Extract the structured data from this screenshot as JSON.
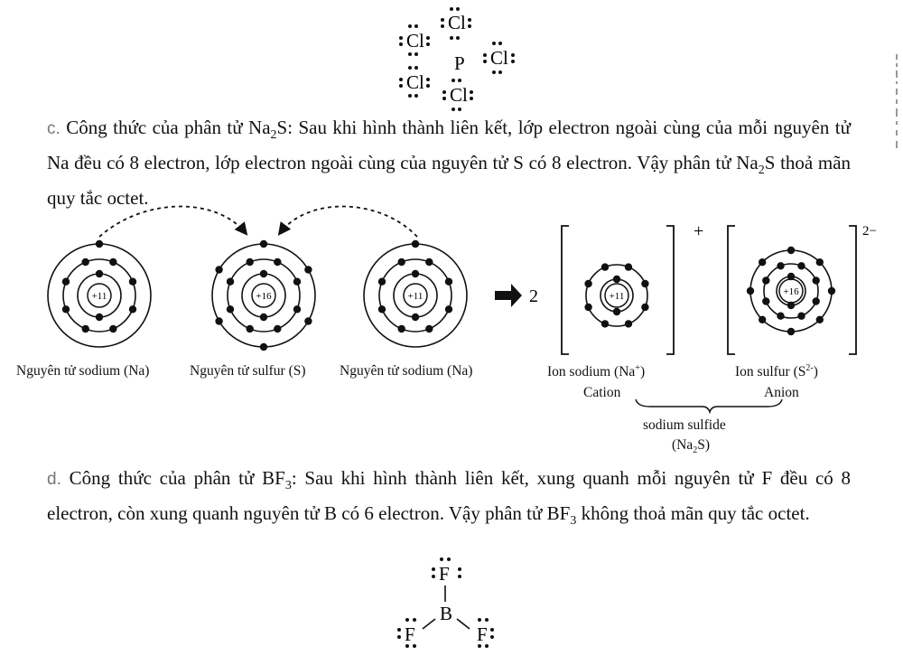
{
  "pcl5": {
    "central": "P",
    "ligand": "Cl"
  },
  "sectionC": {
    "label": "c.",
    "formula_prefix": "Na",
    "formula_sub": "2",
    "formula_suffix": "S",
    "text_lead": "Công thức của phân tử",
    "text_body": ": Sau khi hình thành liên kết, lớp electron ngoài cùng của mỗi nguyên tử Na đều có 8 electron, lớp electron ngoài cùng của nguyên tử S có 8 electron. Vậy phân tử",
    "text_end": "thoả mãn quy tắc octet."
  },
  "diagram": {
    "atoms": [
      {
        "nucleus": "+11",
        "shells": [
          2,
          8,
          1
        ],
        "caption": "Nguyên tử sodium (Na)"
      },
      {
        "nucleus": "+16",
        "shells": [
          2,
          8,
          6
        ],
        "caption": "Nguyên tử sulfur (S)"
      },
      {
        "nucleus": "+11",
        "shells": [
          2,
          8,
          1
        ],
        "caption": "Nguyên tử sodium (Na)"
      }
    ],
    "coefficient": "2",
    "cation": {
      "nucleus": "+11",
      "shells": [
        2,
        8
      ],
      "charge": "+",
      "caption_line1": "Ion sodium (Na",
      "caption_sup": "+",
      "caption_close": ")",
      "role": "Cation"
    },
    "anion": {
      "nucleus": "+16",
      "shells": [
        2,
        8,
        8
      ],
      "charge": "2−",
      "caption_line1": "Ion sulfur (S",
      "caption_sup": "2-",
      "caption_close": ")",
      "role": "Anion"
    },
    "compound_name": "sodium sulfide",
    "compound_formula_pre": "(Na",
    "compound_formula_sub": "2",
    "compound_formula_post": "S)"
  },
  "sectionD": {
    "label": "d.",
    "text_lead": "Công thức của phân tử",
    "formula_prefix": "BF",
    "formula_sub": "3",
    "text_body": ": Sau khi hình thành liên kết, xung quanh mỗi nguyên tử F đều có 8 electron, còn xung quanh nguyên tử B có 6 electron. Vậy phân tử",
    "text_end": "không thoả mãn quy tắc octet."
  },
  "bf3": {
    "central": "B",
    "ligand": "F"
  },
  "colors": {
    "ink": "#111111",
    "label_gray": "#777777"
  }
}
